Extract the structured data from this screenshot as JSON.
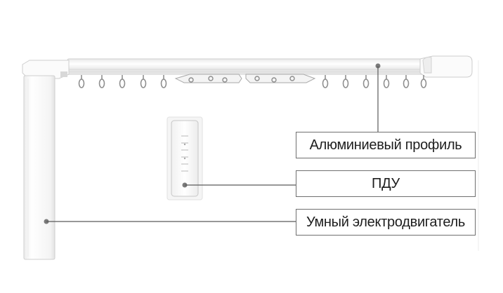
{
  "labels": {
    "profile": "Алюминиевый профиль",
    "remote": "ПДУ",
    "motor": "Умный электродвигатель"
  },
  "colors": {
    "background": "#ffffff",
    "product_white": "#f7f7f7",
    "product_shadow": "#d6d6d6",
    "leader_line": "#5a5a5a",
    "dot": "#7a7a7a",
    "box_border": "#6f6f6f",
    "text": "#1e1e1e"
  }
}
